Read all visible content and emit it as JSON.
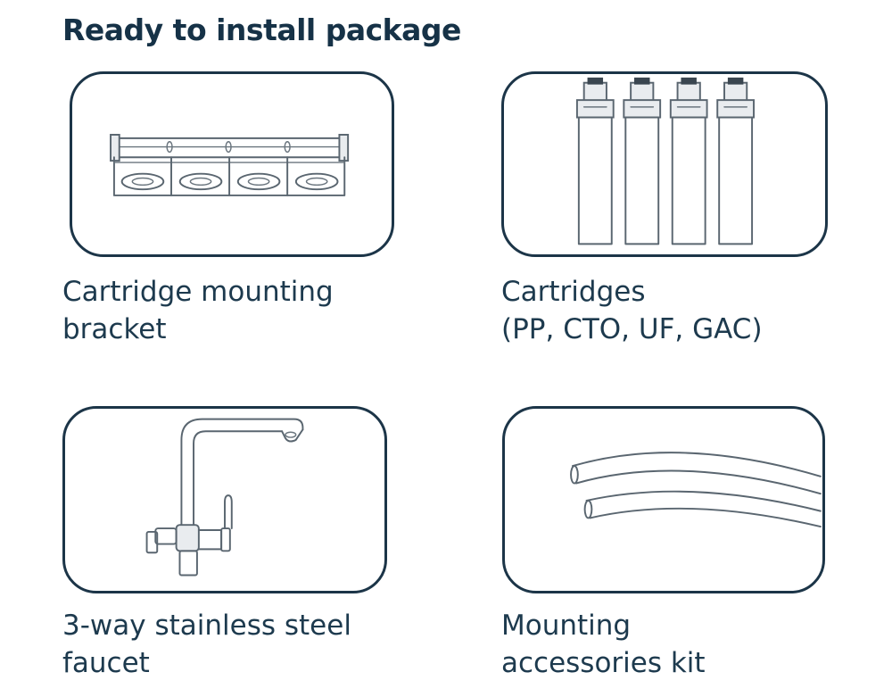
{
  "page": {
    "title": "Ready to install package"
  },
  "items": [
    {
      "icon": "mounting-bracket-icon",
      "caption_line1": "Cartridge mounting",
      "caption_line2": "bracket"
    },
    {
      "icon": "cartridges-icon",
      "caption_line1": "Cartridges",
      "caption_line2": "(PP, CTO, UF, GAC)"
    },
    {
      "icon": "faucet-icon",
      "caption_line1": "3-way stainless steel",
      "caption_line2": "faucet"
    },
    {
      "icon": "tubing-icon",
      "caption_line1": "Mounting",
      "caption_line2": "accessories kit"
    }
  ],
  "colors": {
    "heading": "#163247",
    "border": "#1c3548",
    "caption": "#1d3a4e"
  }
}
